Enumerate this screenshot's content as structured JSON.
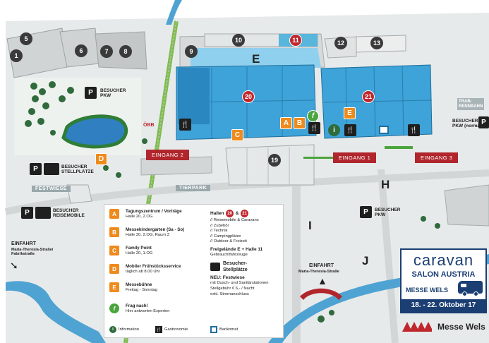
{
  "colors": {
    "hall_blue": "#3ea3d8",
    "road": "#dfe3e3",
    "water": "#4fa3d3",
    "entrance_red": "#b0262c",
    "service_orange": "#ef8a1c",
    "marker_red": "#c0272d",
    "marker_dark": "#3a3a3a",
    "brand_navy": "#1b3f73"
  },
  "halls": {
    "numbered": [
      "1",
      "5",
      "6",
      "7",
      "8",
      "9",
      "10",
      "11",
      "12",
      "13",
      "19"
    ],
    "red_halls": [
      "20",
      "21"
    ],
    "letters": {
      "e": "E",
      "h": "H",
      "i": "I",
      "j": "J"
    }
  },
  "entrances": {
    "e2": "EINGANG 2",
    "e1": "EINGANG 1",
    "e3": "EINGANG 3"
  },
  "labels": {
    "besucher_pkw": "BESUCHER\nPKW",
    "besucher_stellplaetze": "BESUCHER\nSTELLPLÄTZE",
    "besucher_reisemobile": "BESUCHER\nREISEMOBILE",
    "besucher_pkw_normal": "BESUCHER\nPKW (normal)",
    "festwiese": "FESTWIESE",
    "tierpark": "TIERPARK",
    "trabrennbahn": "TRAB-\nRENNBAHN",
    "obb": "ÖBB",
    "einfahrt_left_title": "EINFAHRT",
    "einfahrt_left_sub": "Maria-Theresia-Straße/\nFabrikstraße",
    "einfahrt_bottom_title": "EINFAHRT",
    "einfahrt_bottom_sub": "Maria-Theresia-Straße",
    "parking_p": "P",
    "info_i": "i",
    "gastro": "🍴",
    "green_f": "f"
  },
  "legend": {
    "items": [
      {
        "badge": "A",
        "title": "Tagungszentrum / Vorträge",
        "text": "Halle 20, 2.OG"
      },
      {
        "badge": "B",
        "title": "Messekindergarten (Sa - So)",
        "text": "Halle 20, 2.OG, Raum 3"
      },
      {
        "badge": "C",
        "title": "Family Point",
        "text": "Halle 20, 1.OG"
      },
      {
        "badge": "D",
        "title": "Mobiler Frühstücksservice",
        "text": "täglich ab 8.00 Uhr"
      },
      {
        "badge": "E",
        "title": "Messebühne",
        "text": "Freitag - Sonntag"
      },
      {
        "badge": "f",
        "title": "Frag nach!",
        "text": "Hier antworten Experten"
      }
    ],
    "halls_heading": "Hallen",
    "halls_and": "&",
    "halls_list": [
      "// Reisemobile & Caravans",
      "// Zubehör",
      "// Technik",
      "// Campingplätze",
      "// Outdoor & Freizeit"
    ],
    "freigelaende": "Freigelände E + Halle 11",
    "gebraucht": "Gebrauchtfahrzeuge",
    "stellplaetze_title": "Besucher-\nStellplätze",
    "neu_title": "NEU: Festwiese",
    "neu_text": "mit Dusch- und Sanitärstationen\nStellgebühr € 6,- / Nacht\nexkl. Stromanschluss",
    "footer": {
      "information": "Information",
      "gastronomie": "Gastronomie",
      "bankomat": "Bankomat"
    }
  },
  "event": {
    "line1": "caravan",
    "line2": "SALON AUSTRIA",
    "line3": "MESSE WELS",
    "dates": "18. - 22. Oktober 17",
    "brand": "Messe Wels"
  }
}
